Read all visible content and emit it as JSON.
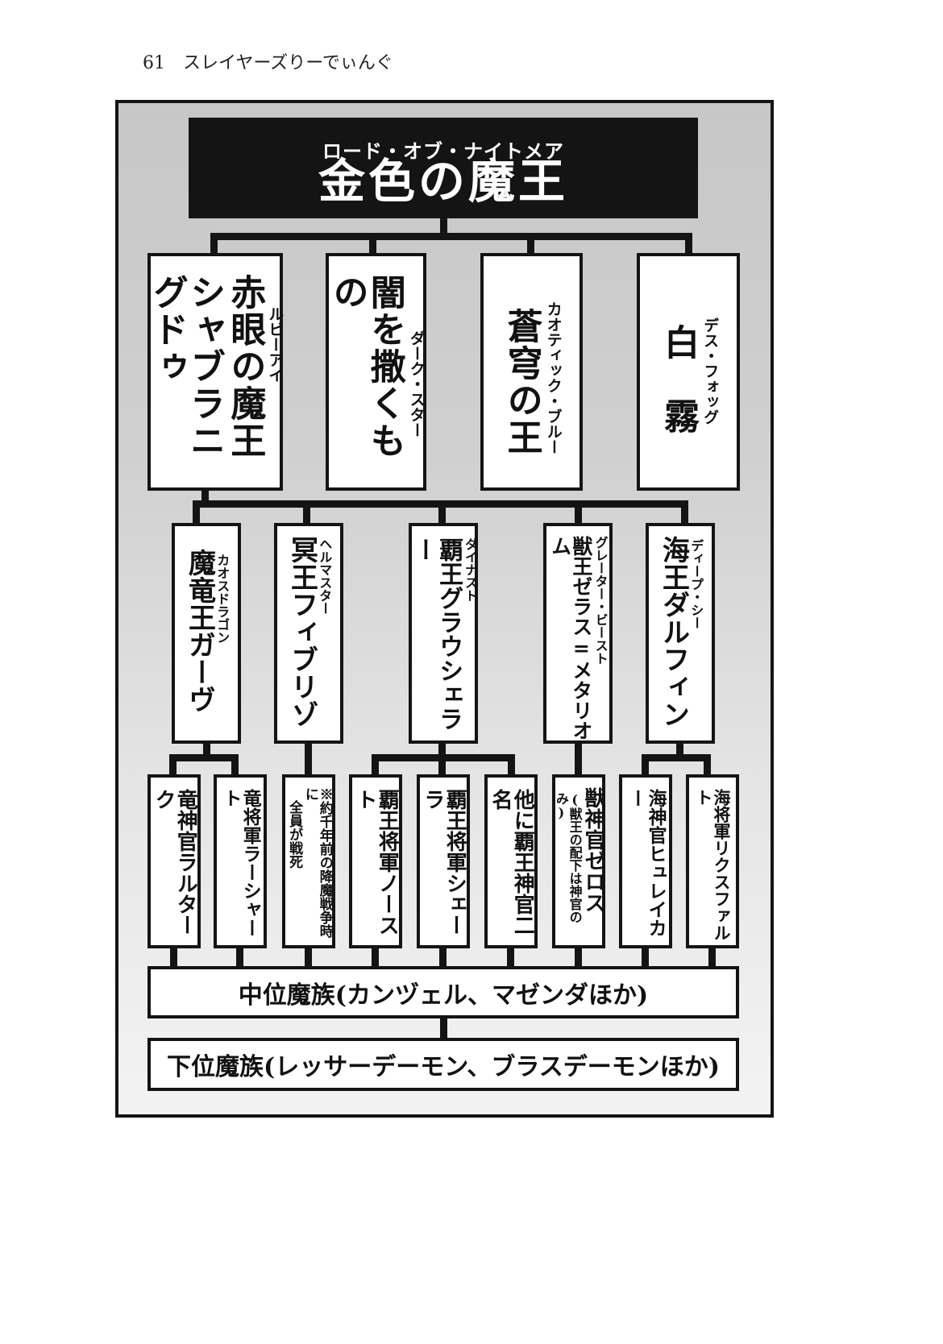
{
  "header": {
    "page_number": "61",
    "title": "スレイヤーズりーでぃんぐ"
  },
  "chart": {
    "root": {
      "ruby": "ロード・オブ・ナイトメア",
      "name": "金色の魔王"
    },
    "level1": [
      {
        "name_lines": [
          "赤眼の魔王",
          "シャブラニグドゥ"
        ],
        "ruby": "ルビーアイ"
      },
      {
        "name_lines": [
          "闇を撒くもの"
        ],
        "ruby": "ダーク・スター"
      },
      {
        "name_lines": [
          "蒼穹の王"
        ],
        "ruby": "カオティック・ブルー"
      },
      {
        "name_lines": [
          "白　霧"
        ],
        "ruby": "デス・フォッグ"
      }
    ],
    "level2": [
      {
        "name": "魔竜王ガーヴ",
        "ruby": "カオスドラゴン"
      },
      {
        "name": "冥王フィブリゾ",
        "ruby": "ヘルマスター"
      },
      {
        "name": "覇王グラウシェラー",
        "ruby": "ダイナスト"
      },
      {
        "name": "獣王ゼラス=メタリオム",
        "ruby": "グレーター・ビースト"
      },
      {
        "name": "海王ダルフィン",
        "ruby": "ディープ・シー"
      }
    ],
    "level3": [
      {
        "name": "竜神官ラルターク"
      },
      {
        "name": "竜将軍ラーシャート"
      },
      {
        "note_lines": [
          "※約千年前の降魔戦争時に",
          "全員が戦死"
        ]
      },
      {
        "name": "覇王将軍ノースト"
      },
      {
        "name": "覇王将軍シェーラ"
      },
      {
        "name": "他に覇王神官二名"
      },
      {
        "name": "獣神官ゼロス",
        "note": "(獣王の配下は神官のみ)"
      },
      {
        "name": "海神官ヒュレイカー"
      },
      {
        "name": "海将軍リクスファルト"
      }
    ],
    "middle_class": "中位魔族(カンヅェル、マゼンダほか)",
    "lower_class": "下位魔族(レッサーデーモン、ブラスデーモンほか)"
  },
  "colors": {
    "line": "#141414",
    "root_bg": "#141414",
    "box_bg": "#ffffff",
    "frame_bg_top": "#c7c7c7",
    "frame_bg_bottom": "#f3f3f3"
  }
}
